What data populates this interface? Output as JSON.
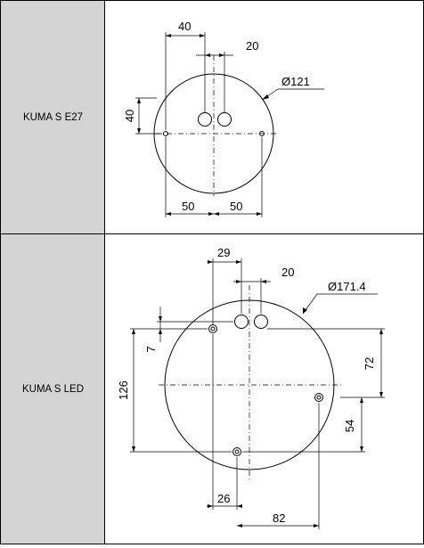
{
  "rows": [
    {
      "label": "KUMA S E27",
      "dims": {
        "top_40": "40",
        "top_20": "20",
        "diameter": "Ø121",
        "left_40": "40",
        "bottom_50_left": "50",
        "bottom_50_right": "50"
      }
    },
    {
      "label": "KUMA S LED",
      "dims": {
        "top_29": "29",
        "top_20": "20",
        "diameter": "Ø171.4",
        "left_7": "7",
        "left_126": "126",
        "right_72": "72",
        "right_54": "54",
        "bottom_26": "26",
        "bottom_82": "82"
      }
    }
  ]
}
